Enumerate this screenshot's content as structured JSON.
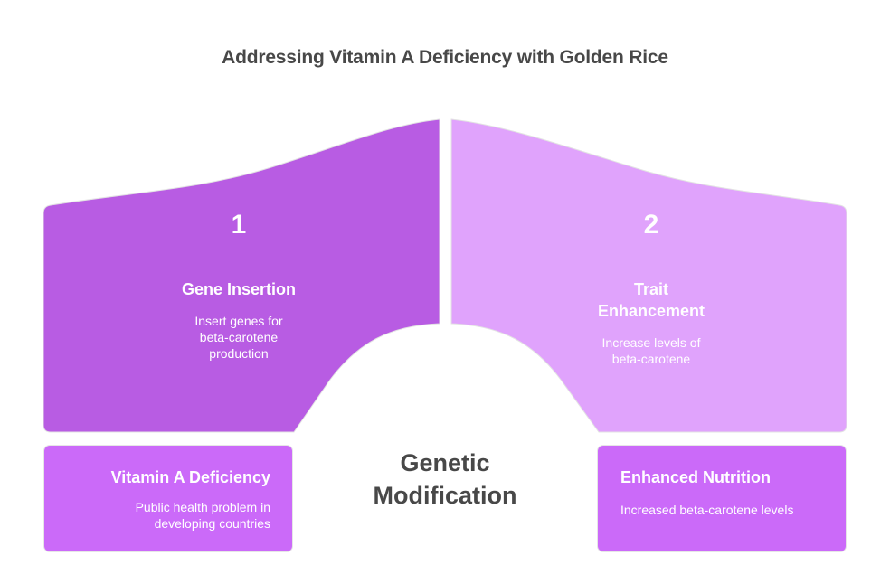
{
  "title": "Addressing Vitamin A Deficiency with Golden Rice",
  "center_label": "Genetic Modification",
  "colors": {
    "step1": "#b85ce3",
    "step2": "#e0a3fc",
    "boxes": "#cb6af9",
    "text_dark": "#484848",
    "text_light": "#ffffff"
  },
  "steps": [
    {
      "number": "1",
      "title": "Gene Insertion",
      "description": "Insert genes for beta-carotene production"
    },
    {
      "number": "2",
      "title": "Trait Enhancement",
      "description": "Increase levels of beta-carotene"
    }
  ],
  "boxes": [
    {
      "title": "Vitamin A Deficiency",
      "description": "Public health problem in developing countries"
    },
    {
      "title": "Enhanced Nutrition",
      "description": "Increased beta-carotene levels"
    }
  ]
}
